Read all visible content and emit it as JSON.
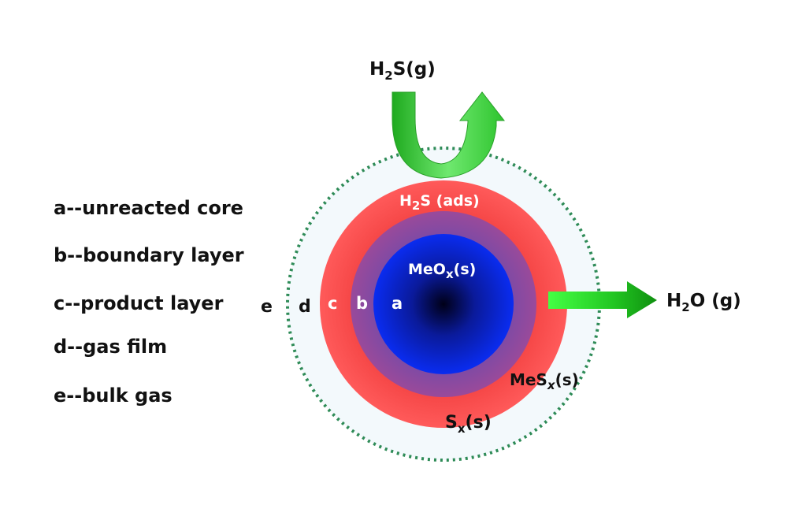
{
  "legend": {
    "a": "a--unreacted core",
    "b": "b--boundary layer",
    "c": "c--product layer",
    "d": "d--gas film",
    "e": "e--bulk gas"
  },
  "layer_letters": {
    "e": "e",
    "d": "d",
    "c": "c",
    "b": "b",
    "a": "a"
  },
  "species": {
    "h2s_gas": {
      "base": "H",
      "sub": "2",
      "rest": "S(g)"
    },
    "h2s_ads": {
      "base": "H",
      "sub": "2",
      "rest": "S (ads)"
    },
    "meox": {
      "base": "MeO",
      "sub": "x",
      "rest": "(s)"
    },
    "mesx": {
      "base": "MeS",
      "sub": "x",
      "rest": "(s)"
    },
    "sx": {
      "base": "S",
      "sub": "x",
      "rest": "(s)"
    },
    "h2o_gas": {
      "base": "H",
      "sub": "2",
      "rest": "O (g)"
    }
  },
  "colors": {
    "core": "#0a1ed6",
    "boundary": "#8a4aa8",
    "product": "#f04848",
    "gas_film": "#f4fafc",
    "dotted_ring": "#2e8b57",
    "arrow": "#33cc33"
  }
}
